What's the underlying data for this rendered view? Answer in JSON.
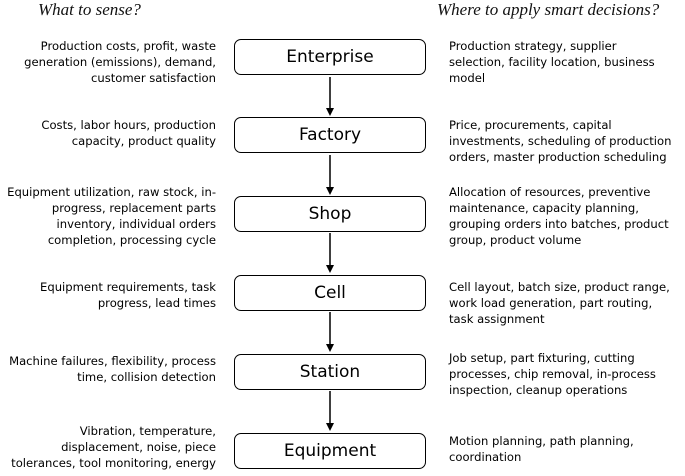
{
  "headers": {
    "left": "What to sense?",
    "right": "Where to apply smart decisions?"
  },
  "levels": [
    {
      "name": "Enterprise",
      "sense": [
        "Production costs, profit, waste",
        "generation (emissions), demand,",
        "customer satisfaction"
      ],
      "decisions": [
        "Production strategy, supplier",
        "selection, facility location, business",
        "model"
      ]
    },
    {
      "name": "Factory",
      "sense": [
        "Costs, labor hours, production",
        "capacity, product quality"
      ],
      "decisions": [
        "Price, procurements, capital",
        "investments, scheduling of production",
        "orders, master production scheduling"
      ]
    },
    {
      "name": "Shop",
      "sense": [
        "Equipment utilization, raw stock, in-",
        "progress, replacement parts",
        "inventory, individual orders",
        "completion, processing cycle"
      ],
      "decisions": [
        "Allocation of resources, preventive",
        "maintenance, capacity planning,",
        "grouping orders into batches, product",
        "group, product volume"
      ]
    },
    {
      "name": "Cell",
      "sense": [
        "Equipment requirements, task",
        "progress, lead times"
      ],
      "decisions": [
        "Cell layout, batch size, product range,",
        "work load generation, part routing,",
        "task assignment"
      ]
    },
    {
      "name": "Station",
      "sense": [
        "Machine failures, flexibility, process",
        "time, collision detection"
      ],
      "decisions": [
        "Job setup, part fixturing, cutting",
        "processes, chip removal, in-process",
        "inspection, cleanup operations"
      ]
    },
    {
      "name": "Equipment",
      "sense": [
        "Vibration, temperature,",
        "displacement, noise, piece",
        "tolerances, tool monitoring, energy"
      ],
      "decisions": [
        "Motion planning, path planning,",
        "coordination"
      ]
    }
  ]
}
